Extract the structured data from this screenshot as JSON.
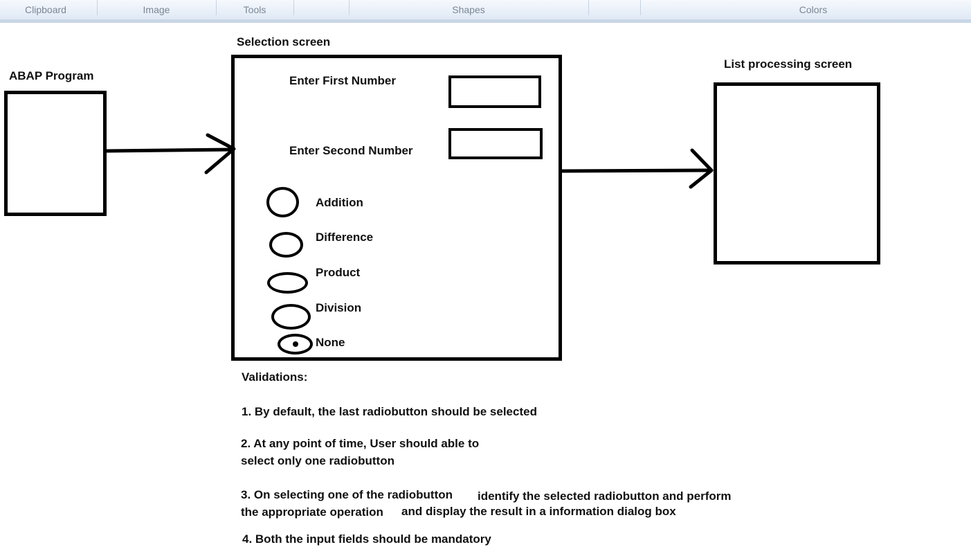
{
  "ribbon": {
    "groups": [
      "Clipboard",
      "Image",
      "Tools",
      "Shapes",
      "Colors"
    ]
  },
  "diagram": {
    "abap_program": "ABAP Program",
    "selection_screen": {
      "title": "Selection screen",
      "field1_label": "Enter First Number",
      "field2_label": "Enter Second Number",
      "radio_options": [
        {
          "label": "Addition",
          "selected": false
        },
        {
          "label": "Difference",
          "selected": false
        },
        {
          "label": "Product",
          "selected": false
        },
        {
          "label": "Division",
          "selected": false
        },
        {
          "label": "None",
          "selected": true
        }
      ]
    },
    "list_processing_screen": "List processing screen"
  },
  "validations": {
    "heading": "Validations:",
    "item1": "1. By default, the last radiobutton should be selected",
    "item2_line1": "2. At any point of time, User should able to",
    "item2_line2": "select only one radiobutton",
    "item3_line1a": "3. On selecting one of the radiobutton",
    "item3_line1b": "identify the selected radiobutton and perform",
    "item3_line2a": "the appropriate operation",
    "item3_line2b": "and display the result in a information dialog box",
    "item4": "4. Both the input fields should be mandatory"
  }
}
